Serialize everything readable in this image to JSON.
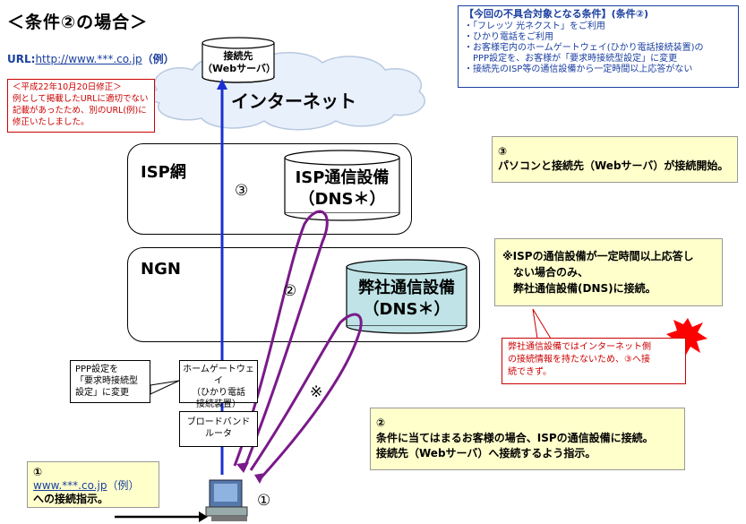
{
  "title": "＜条件②の場合＞",
  "url_line": {
    "prefix": "URL:",
    "link": "http://www.***.co.jp",
    "suffix": "（例）"
  },
  "note_red": [
    "＜平成22年10月20日修正＞",
    "例として掲載したURLに適切でない",
    "記載があったため、別のURL(例)に",
    "修正いたしました。"
  ],
  "conditions": {
    "heading": "【今回の不具合対象となる条件】(条件②)",
    "items": [
      "・「フレッツ 光ネクスト」をご利用",
      "・ひかり電話をご利用",
      "・お客様宅内のホームゲートウェイ(ひかり電話接続装置)の",
      "　PPP設定を、お客様が「要求時接続型設定」に変更",
      "・接続先のISP等の通信設備から一定時間以上応答がない"
    ]
  },
  "server": [
    "接続先",
    "（Webサーバ）"
  ],
  "internet_label": "インターネット",
  "isp_label": "ISP網",
  "isp_equipment": [
    "ISP通信設備",
    "（DNS＊）"
  ],
  "ngn_label": "NGN",
  "our_equipment": [
    "弊社通信設備",
    "（DNS＊）"
  ],
  "step3_marker": "③",
  "step2_marker": "②",
  "step_x_marker": "※",
  "step1_marker": "①",
  "step3_box": [
    "③",
    "パソコンと接続先（Webサーバ）が接続開始。"
  ],
  "note_box": [
    "※ISPの通信設備が一定時間以上応答し",
    "　ない場合のみ、",
    "　弊社通信設備(DNS)に接続。"
  ],
  "red_callout": [
    "弊社通信設備ではインターネット側",
    "の接続情報を持たないため、③へ接",
    "続できず。"
  ],
  "ppp_box": [
    "PPP設定を",
    "「要求時接続型",
    "設定」に変更"
  ],
  "home_gateway": [
    "ホームゲートウェイ",
    "（ひかり電話",
    "接続装置）"
  ],
  "router": [
    "ブロードバンド",
    "ルータ"
  ],
  "step2_box": [
    "②",
    "条件に当てはまるお客様の場合、ISPの通信設備に接続。",
    "接続先（Webサーバ）へ接続するよう指示。"
  ],
  "step1_box": {
    "num": "①",
    "link": "www.***.co.jp",
    "suffix": "（例）",
    "tail": "への接続指示。"
  },
  "colors": {
    "blue": "#1a2fd0",
    "purple": "#7a1a8a",
    "red": "#cc0000",
    "yellow": "#ffffcc",
    "cyan": "#bfe3e6"
  }
}
